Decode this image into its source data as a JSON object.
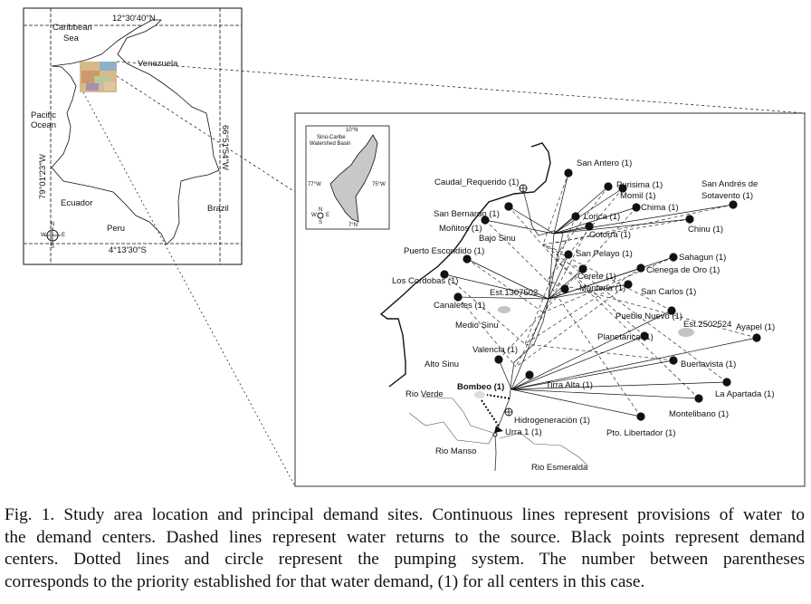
{
  "colors": {
    "ink": "#111111",
    "basin_fill": "#c8c8c8",
    "station_fill": "#c4c4c4",
    "frame": "#555555"
  },
  "country_map": {
    "lat_top": "12°30′40′′N",
    "lat_bottom": "4°13′30′′S",
    "lon_left": "79°01′23′′W",
    "lon_right": "66°51′54′′W",
    "labels": [
      "Caribbean",
      "Sea",
      "Venezuela",
      "Pacific",
      "Ocean",
      "Ecuador",
      "Peru",
      "Brazil"
    ],
    "compass": {
      "n": "N",
      "s": "S",
      "e": "E",
      "w": "W"
    }
  },
  "basin_inset": {
    "lat_top": "10°N",
    "lat_bottom": "7°N",
    "lon_left": "77°W",
    "lon_right": "75°W",
    "title_lines": [
      "Sinú-Caribe",
      "Watershed Basin"
    ],
    "compass": {
      "n": "N",
      "s": "S",
      "e": "E",
      "w": "W"
    }
  },
  "demand_sites": [
    "San Antero (1)",
    "Purisima (1)",
    "Momil (1)",
    "Chima (1)",
    "Lorica (1)",
    "Cotorra (1)",
    "Chinu (1)",
    "San Andrés de",
    "Sotavento (1)",
    "San Bernardo (1)",
    "Moñitos (1)",
    "Puerto Escondido (1)",
    "Los Cordobas (1)",
    "Canaletes (1)",
    "San Pelayo (1)",
    "Cerete (1)",
    "Monteria (1)",
    "Sahagun (1)",
    "Cienega de Oro (1)",
    "San Carlos (1)",
    "Pueblo Nuevo (1)",
    "Planetarica (1)",
    "Ayapel (1)",
    "Valencia (1)",
    "Buenavista (1)",
    "Tirra Alta (1)",
    "La Apartada (1)",
    "Montelibano (1)",
    "Pto. Libertador (1)"
  ],
  "regions": [
    "Bajo Sinu",
    "Medio Sinu",
    "Alto Sinu"
  ],
  "rivers": [
    "Rio Verde",
    "Rio Manso",
    "Rio Esmeralda"
  ],
  "stations": [
    "Est.1307502",
    "Est.2502524"
  ],
  "special_nodes": {
    "caudal": "Caudal_Requerido (1)",
    "bombeo": "Bombeo (1)",
    "hidro": "Hidrogeneración (1)",
    "urra": "Urra 1 (1)"
  },
  "caption": {
    "lines": [
      "Fig. 1. Study area location and principal demand sites. Continuous lines represent provisions of water to",
      "the demand centers. Dashed lines represent water returns to the source. Black points represent demand",
      "centers. Dotted lines and circle represent the pumping system. The number between parentheses",
      "corresponds to the priority established for that water demand, (1) for all centers in this case."
    ]
  }
}
